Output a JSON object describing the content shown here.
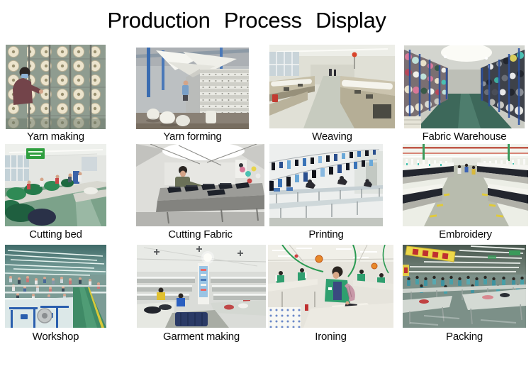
{
  "title": "Production Process Display",
  "colors": {
    "background": "#ffffff",
    "title_text": "#000000",
    "caption_text": "#0a0a0a",
    "warehouse_rack_blue": "#2a4fa0",
    "warehouse_floor_green": "#3d685a",
    "uniform_vest_green": "#2f9f6f",
    "packing_uniform_teal": "#3f93a0",
    "banner_yellow": "#ecd84a"
  },
  "grid": {
    "items": [
      {
        "label": "Yarn making",
        "photo": "yarn-making",
        "photo_alt": "Worker in blue face mask tending racks of cream yarn spools"
      },
      {
        "label": "Yarn forming",
        "photo": "yarn-forming",
        "photo_alt": "Plant with blue steel frame, white yarn webs overhead, white sacks and spool racks"
      },
      {
        "label": "Weaving",
        "photo": "weaving",
        "photo_alt": "Rows of beige weaving looms with white fabric beams along a centre aisle"
      },
      {
        "label": "Fabric Warehouse",
        "photo": "fabric-warehouse",
        "photo_alt": "Blue shelving racks stacked with colourful fabric rolls along a green-floor aisle"
      },
      {
        "label": "Cutting bed",
        "photo": "cutting-bed",
        "photo_alt": "Long cutting tables piled with green tarp fabric, workers, green floor"
      },
      {
        "label": "Cutting Fabric",
        "photo": "cutting-fabric",
        "photo_alt": "Worker cutting stacks of dark fabric pieces on a table in a bright room"
      },
      {
        "label": "Printing",
        "photo": "printing",
        "photo_alt": "Printing tables with bending workers and blue fabric pieces hanging overhead"
      },
      {
        "label": "Embroidery",
        "photo": "embroidery",
        "photo_alt": "Long embroidery machine rows with teal heads in a bright hall"
      },
      {
        "label": "Workshop",
        "photo": "workshop",
        "photo_alt": "Large teal-lit sewing workshop with rows of machinists and green aisle"
      },
      {
        "label": "Garment making",
        "photo": "garment-making",
        "photo_alt": "Sewing floor with stations, banner column, navy bin and workers"
      },
      {
        "label": "Ironing",
        "photo": "ironing",
        "photo_alt": "Worker in green vest pressing a garment, orange lamp and green hoses overhead"
      },
      {
        "label": "Packing",
        "photo": "packing",
        "photo_alt": "Packing hall with teal-uniformed workers at long tables under a yellow banner"
      }
    ]
  }
}
